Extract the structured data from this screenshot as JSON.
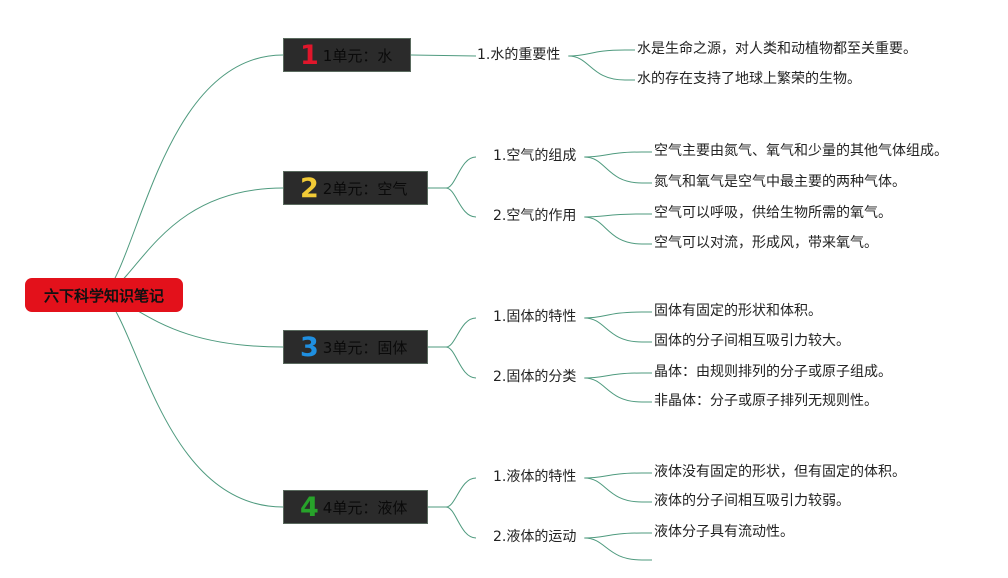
{
  "root": {
    "title": "六下科学知识笔记"
  },
  "units": [
    {
      "number": "1",
      "label": "1单元：水",
      "number_color": "#e0162b",
      "topics": [
        {
          "label": "1.水的重要性",
          "notes": [
            "水是生命之源，对人类和动植物都至关重要。",
            "水的存在支持了地球上繁荣的生物。"
          ]
        }
      ]
    },
    {
      "number": "2",
      "label": "2单元：空气",
      "number_color": "#f2cb36",
      "topics": [
        {
          "label": "1.空气的组成",
          "notes": [
            "空气主要由氮气、氧气和少量的其他气体组成。",
            "氮气和氧气是空气中最主要的两种气体。"
          ]
        },
        {
          "label": "2.空气的作用",
          "notes": [
            "空气可以呼吸，供给生物所需的氧气。",
            "空气可以对流，形成风，带来氧气。"
          ]
        }
      ]
    },
    {
      "number": "3",
      "label": "3单元：固体",
      "number_color": "#1f8fe0",
      "topics": [
        {
          "label": "1.固体的特性",
          "notes": [
            "固体有固定的形状和体积。",
            "固体的分子间相互吸引力较大。"
          ]
        },
        {
          "label": "2.固体的分类",
          "notes": [
            "晶体：由规则排列的分子或原子组成。",
            "非晶体：分子或原子排列无规则性。"
          ]
        }
      ]
    },
    {
      "number": "4",
      "label": "4单元：液体",
      "number_color": "#27a32a",
      "topics": [
        {
          "label": "1.液体的特性",
          "notes": [
            "液体没有固定的形状，但有固定的体积。",
            "液体的分子间相互吸引力较弱。"
          ]
        },
        {
          "label": "2.液体的运动",
          "notes": [
            "液体分子具有流动性。",
            ""
          ]
        }
      ]
    }
  ],
  "colors": {
    "line": "#4e9a7e",
    "root_bg": "#e3111b",
    "unit_bg": "#2b2b2b"
  }
}
